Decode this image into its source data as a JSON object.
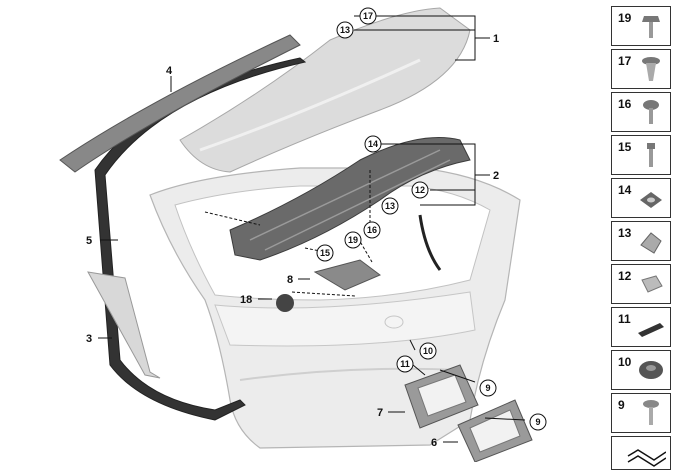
{
  "callouts": {
    "c1": "1",
    "c2": "2",
    "c3": "3",
    "c4": "4",
    "c5": "5",
    "c6": "6",
    "c7": "7",
    "c8": "8",
    "c9a": "9",
    "c9b": "9",
    "c10": "10",
    "c11": "11",
    "c12": "12",
    "c13a": "13",
    "c13b": "13",
    "c14": "14",
    "c15": "15",
    "c16": "16",
    "c17": "17",
    "c18": "18",
    "c19": "19"
  },
  "sidebar": {
    "items": [
      {
        "num": "19",
        "icon": "bolt-with-flange-icon"
      },
      {
        "num": "17",
        "icon": "expanding-rivet-icon"
      },
      {
        "num": "16",
        "icon": "round-head-screw-icon"
      },
      {
        "num": "15",
        "icon": "hex-screw-icon"
      },
      {
        "num": "14",
        "icon": "square-nut-icon"
      },
      {
        "num": "13",
        "icon": "clip-nut-icon"
      },
      {
        "num": "12",
        "icon": "spring-clip-icon"
      },
      {
        "num": "11",
        "icon": "foam-strip-icon"
      },
      {
        "num": "10",
        "icon": "grommet-icon"
      },
      {
        "num": "9",
        "icon": "torx-screw-icon"
      },
      {
        "num": "",
        "icon": "gasket-profile-icon"
      }
    ]
  },
  "colors": {
    "part_fill": "#e4e4e4",
    "part_stroke": "#9a9a9a",
    "dark_part": "#555555",
    "label": "#111111"
  }
}
